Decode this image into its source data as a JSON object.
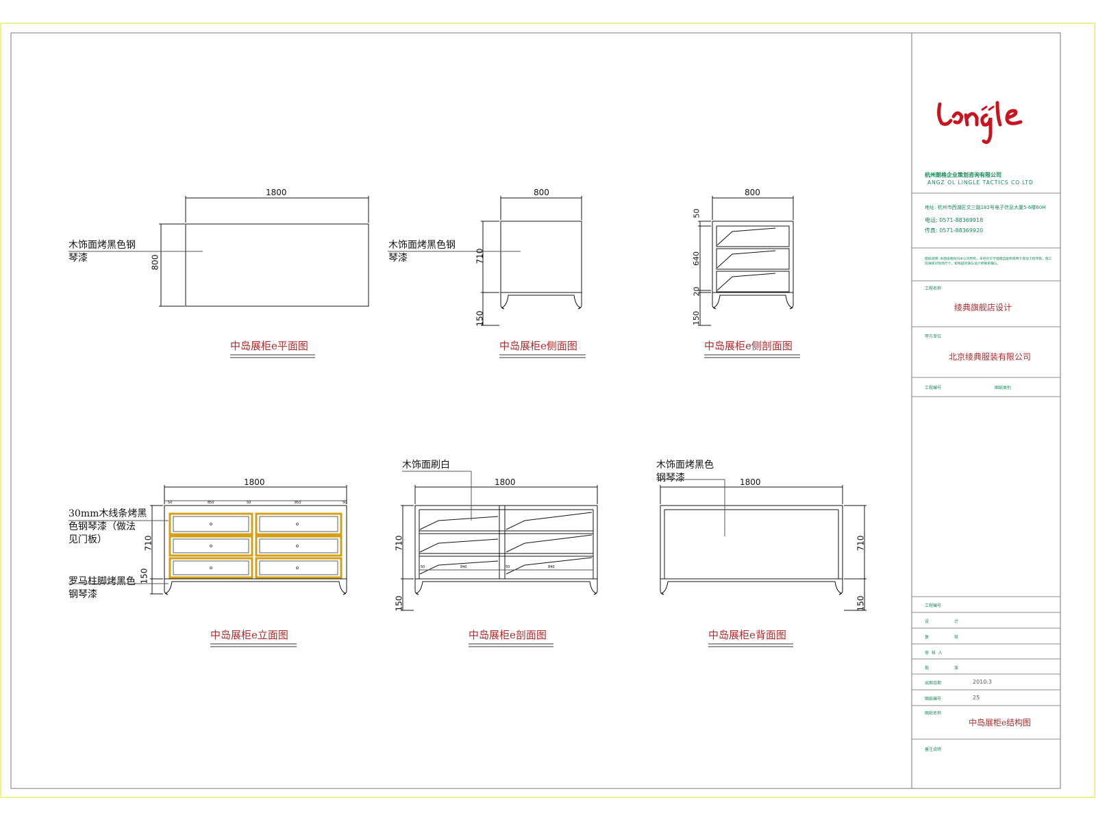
{
  "drawing": {
    "views": [
      {
        "id": "plan",
        "title": "中岛展柜e平面图",
        "note": "木饰面烤黑色钢\n琴漆",
        "dims": {
          "width": "1800",
          "depth": "800"
        }
      },
      {
        "id": "side",
        "title": "中岛展柜e侧面图",
        "note": "木饰面烤黑色钢\n琴漆",
        "dims": {
          "width": "800",
          "height": "710",
          "leg": "150"
        }
      },
      {
        "id": "side_section",
        "title": "中岛展柜e侧剖面图",
        "dims": {
          "width": "800",
          "top": "50",
          "body": "640",
          "gap": "20",
          "leg": "150"
        }
      },
      {
        "id": "front",
        "title": "中岛展柜e立面图",
        "note_top": "30mm木线条烤黑\n色钢琴漆（做法\n见门板）",
        "note_bottom": "罗马柱脚烤黑色\n钢琴漆",
        "dims": {
          "width": "1800",
          "height": "710",
          "leg": "150",
          "seg_a": "50",
          "seg_b": "850",
          "seg_c": "50",
          "seg_d": "850",
          "seg_e": "50"
        }
      },
      {
        "id": "section",
        "title": "中岛展柜e剖面图",
        "note": "木饰面刷白",
        "dims": {
          "width": "1800",
          "height": "710",
          "leg": "150",
          "inner_a": "50",
          "inner_b": "840",
          "inner_c": "50",
          "inner_d": "840"
        }
      },
      {
        "id": "back",
        "title": "中岛展柜e背面图",
        "note": "木饰面烤黑色\n钢琴漆",
        "dims": {
          "width": "1800",
          "height": "710",
          "leg": "150"
        }
      }
    ]
  },
  "title_block": {
    "company_cn": "杭州朗格企业策划咨询有限公司",
    "company_en": "ANGZ OL LINGLE TACTICS CO.LTD",
    "address": "地址: 杭州市西湖区文三路182号电子信息大厦5-6楼60H",
    "tel": "电话: 0571-88369918",
    "fax": "传真: 0571-88369920",
    "notice": "图纸说明: 本图纸版权归本公司所有，未经许可不得擅自复制或用于其他工程项目。施工前请核对现场尺寸，如有疑问请与设计师联系确认。",
    "project_label": "工程名称",
    "project_name": "绫典旗舰店设计",
    "client_label": "甲方单位",
    "client_name": "北京绫典服装有限公司",
    "drawing_no_label": "工程编号",
    "stage_label": "图纸类别",
    "sign_header": "工程编号",
    "rows": [
      {
        "a": "设",
        "b": "计"
      },
      {
        "a": "复",
        "b": "核"
      },
      {
        "a": "审  核  人",
        "b": ""
      },
      {
        "a": "批",
        "b": "准"
      }
    ],
    "date_label": "出图日期",
    "date_value": "2010.3",
    "sheet_label": "图纸编号",
    "sheet_value": "25",
    "drawing_name_label": "图纸名称",
    "drawing_name": "中岛展柜e结构图",
    "remark_label": "备注说明"
  },
  "colors": {
    "logo": "#c8141e",
    "titles": "#b22a2a",
    "titleblock_text": "#118a55",
    "frame": "#e8e85a",
    "drawer_trim": "#d4a017"
  }
}
